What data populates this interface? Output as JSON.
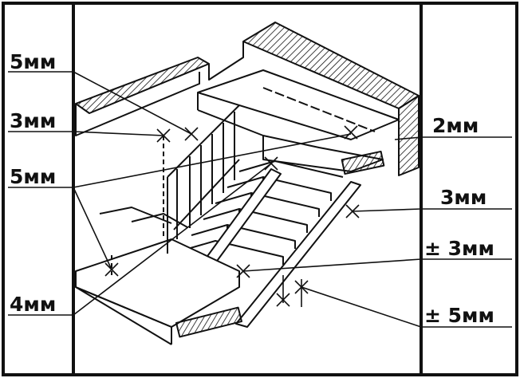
{
  "labels": {
    "left_top": "5мм",
    "left_second": "3мм",
    "left_third": "5мм",
    "left_bottom": "4мм",
    "right_top": "2мм",
    "right_second": "3мм",
    "right_third": "± 3мм",
    "right_bottom": "± 5мм"
  },
  "colors": {
    "ink": "#111111",
    "paper": "#ffffff"
  }
}
